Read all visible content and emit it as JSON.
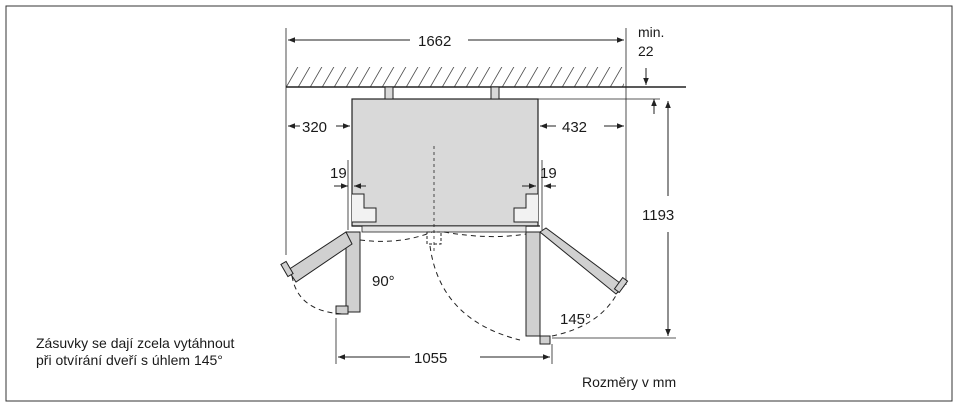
{
  "diagram": {
    "dimensions": {
      "total_width": "1662",
      "min_gap_line1": "min.",
      "min_gap_line2": "22",
      "left_clearance": "320",
      "right_clearance": "432",
      "left_offset": "19",
      "right_offset": "19",
      "depth": "1193",
      "open_width": "1055"
    },
    "angles": {
      "left_door": "90°",
      "right_door": "145°"
    },
    "note_line1": "Zásuvky se dají zcela vytáhnout",
    "note_line2": "při otvírání dveří s úhlem 145°",
    "units_label": "Rozměry v mm",
    "colors": {
      "wall_hatch": "#555555",
      "cabinet_fill": "#d9d9d9",
      "door_fill": "#d0d0d0",
      "line": "#222222"
    }
  }
}
